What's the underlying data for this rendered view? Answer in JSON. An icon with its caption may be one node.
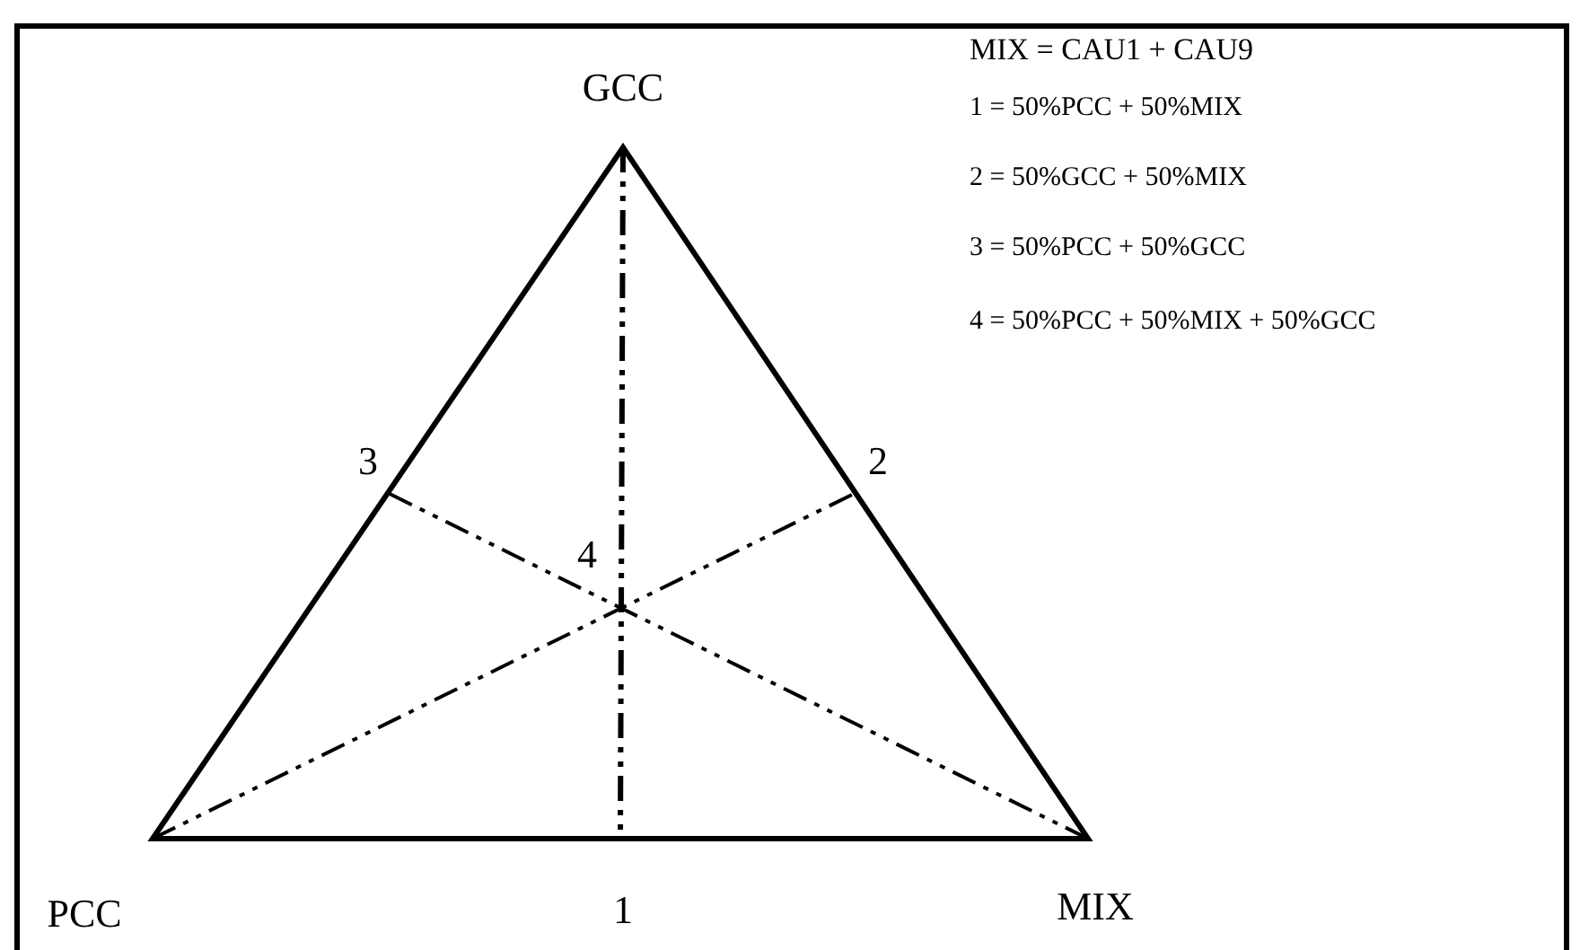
{
  "diagram": {
    "labels": [
      "GCC",
      "MIX = CAU1 + CAU9",
      "1 = 50%PCC + 50%MIX",
      "2 = 50%GCC + 50%MIX",
      "3 = 50%PCC + 50%GCC",
      "4 = 50%PCC + 50%MIX + 50%GCC",
      "3",
      "2",
      "4",
      "PCC",
      "1",
      "MIX"
    ]
  }
}
